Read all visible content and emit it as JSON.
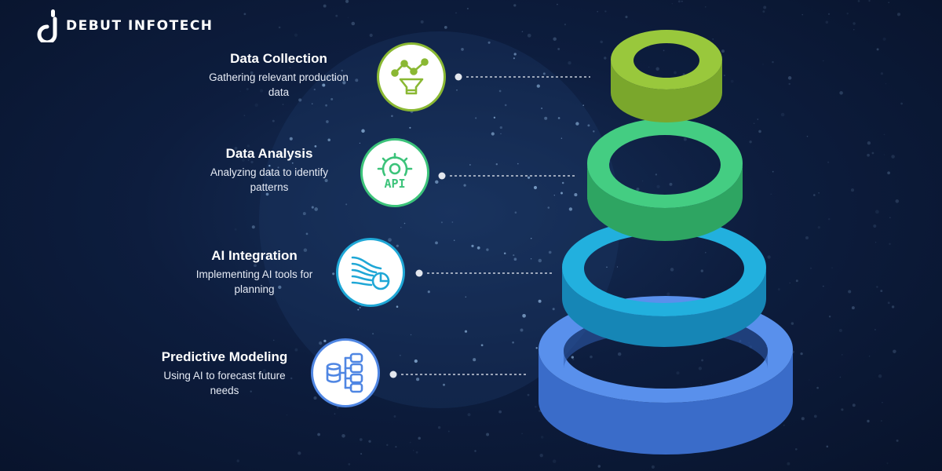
{
  "brand": {
    "name": "DEBUT INFOTECH",
    "logo_icon": "d-logo-icon"
  },
  "steps": [
    {
      "title": "Data Collection",
      "desc_line1": "Gathering relevant production",
      "desc_line2": "data",
      "icon": "funnel-chart-icon",
      "color": "#8ab833"
    },
    {
      "title": "Data Analysis",
      "desc_line1": "Analyzing data to identify",
      "desc_line2": "patterns",
      "icon": "gear-api-icon",
      "color": "#3cc37a"
    },
    {
      "title": "AI Integration",
      "desc_line1": "Implementing AI tools for",
      "desc_line2": "planning",
      "icon": "data-flow-chart-icon",
      "color": "#1fa7d6"
    },
    {
      "title": "Predictive Modeling",
      "desc_line1": "Using AI to forecast future",
      "desc_line2": "needs",
      "icon": "database-hierarchy-icon",
      "color": "#4f86e3"
    }
  ],
  "colors": {
    "background": "#0b1733",
    "ring_green_light": "#8ab833",
    "ring_green": "#3cc37a",
    "ring_cyan": "#1fa7d6",
    "ring_blue": "#4f86e3"
  }
}
